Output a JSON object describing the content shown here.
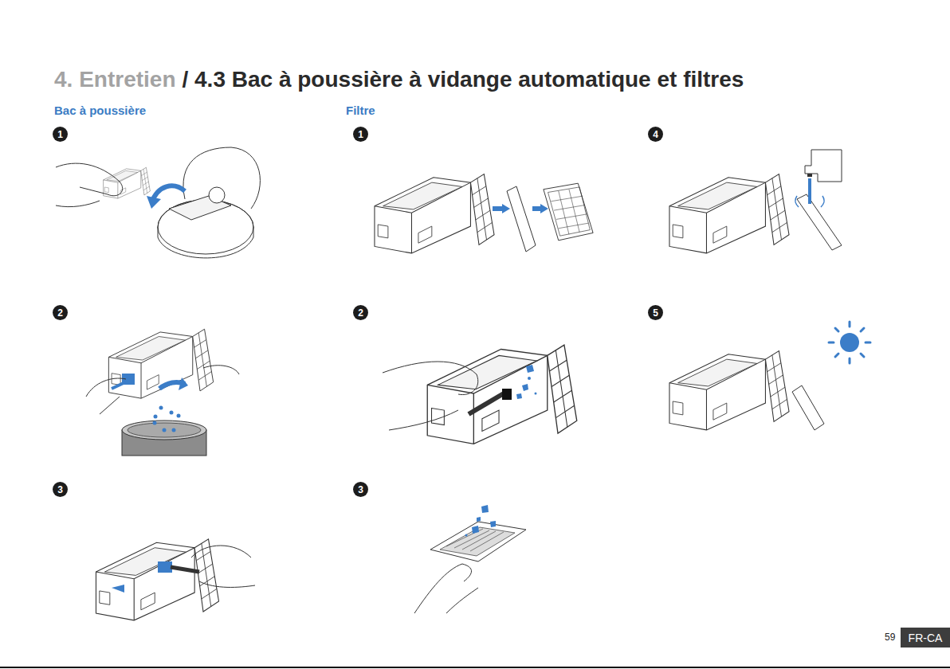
{
  "diagram": {
    "title": "/ 4.3 Bac à poussière à vidange automatique et filtres",
    "nodes": [
      {
        "text": [
          "1"
        ]
      },
      {
        "text": [
          "2"
        ]
      },
      {
        "text": [
          "3"
        ]
      },
      {
        "text": [
          "1"
        ]
      },
      {
        "text": [
          "2"
        ]
      },
      {
        "text": [
          "3"
        ]
      },
      {
        "text": [
          "4"
        ]
      },
      {
        "text": [
          "5"
        ]
      },
      {
        "text": [
          "FR-CA"
        ]
      }
    ],
    "labels": [
      "4. Entretien",
      "Bac à poussière",
      "Filtre",
      "59"
    ]
  }
}
